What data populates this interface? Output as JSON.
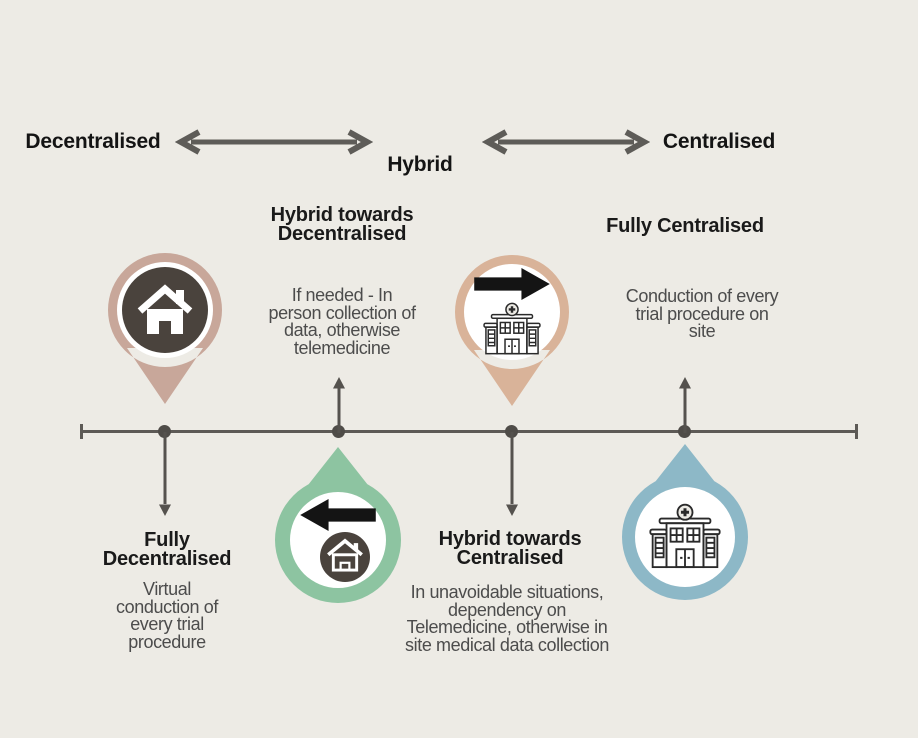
{
  "colors": {
    "background": "#edebe5",
    "timeline_gray": "#5d5a56",
    "marker_rose": "#c8a79a",
    "marker_tan": "#d9b399",
    "marker_green": "#8dc4a1",
    "marker_blue": "#8db8c7",
    "icon_circle_dark": "#4a433d",
    "icon_black": "#141414",
    "heading_text": "#1a1a1a",
    "body_text": "#4c4c4c"
  },
  "spectrum": {
    "left_label": "Decentralised",
    "center_label": "Hybrid",
    "right_label": "Centralised"
  },
  "stations": [
    {
      "id": "fully-decentralised",
      "title": "Fully\nDecentralised",
      "description": "Virtual\nconduction of\nevery trial\nprocedure",
      "marker_shape": "map-pin",
      "marker_position": "above-timeline",
      "text_position": "below-timeline",
      "marker_color": "#c8a79a",
      "marker_icons": [
        "house-icon"
      ]
    },
    {
      "id": "hybrid-towards-decentralised",
      "title": "Hybrid towards\nDecentralised",
      "description": "If needed - In\nperson collection of\ndata, otherwise\ntelemedicine",
      "marker_shape": "drop",
      "marker_position": "below-timeline",
      "text_position": "above-timeline",
      "marker_color": "#8dc4a1",
      "marker_icons": [
        "arrow-left-icon",
        "house-icon"
      ]
    },
    {
      "id": "hybrid-towards-centralised",
      "title": "Hybrid towards\nCentralised",
      "description": "In unavoidable situations,\ndependency on\nTelemedicine, otherwise in\nsite medical data collection",
      "marker_shape": "map-pin",
      "marker_position": "above-timeline",
      "text_position": "below-timeline",
      "marker_color": "#d9b399",
      "marker_icons": [
        "arrow-right-icon",
        "hospital-icon"
      ]
    },
    {
      "id": "fully-centralised",
      "title": "Fully Centralised",
      "description": "Conduction of every\ntrial procedure on\nsite",
      "marker_shape": "drop",
      "marker_position": "below-timeline",
      "text_position": "above-timeline",
      "marker_color": "#8db8c7",
      "marker_icons": [
        "hospital-icon"
      ]
    }
  ]
}
